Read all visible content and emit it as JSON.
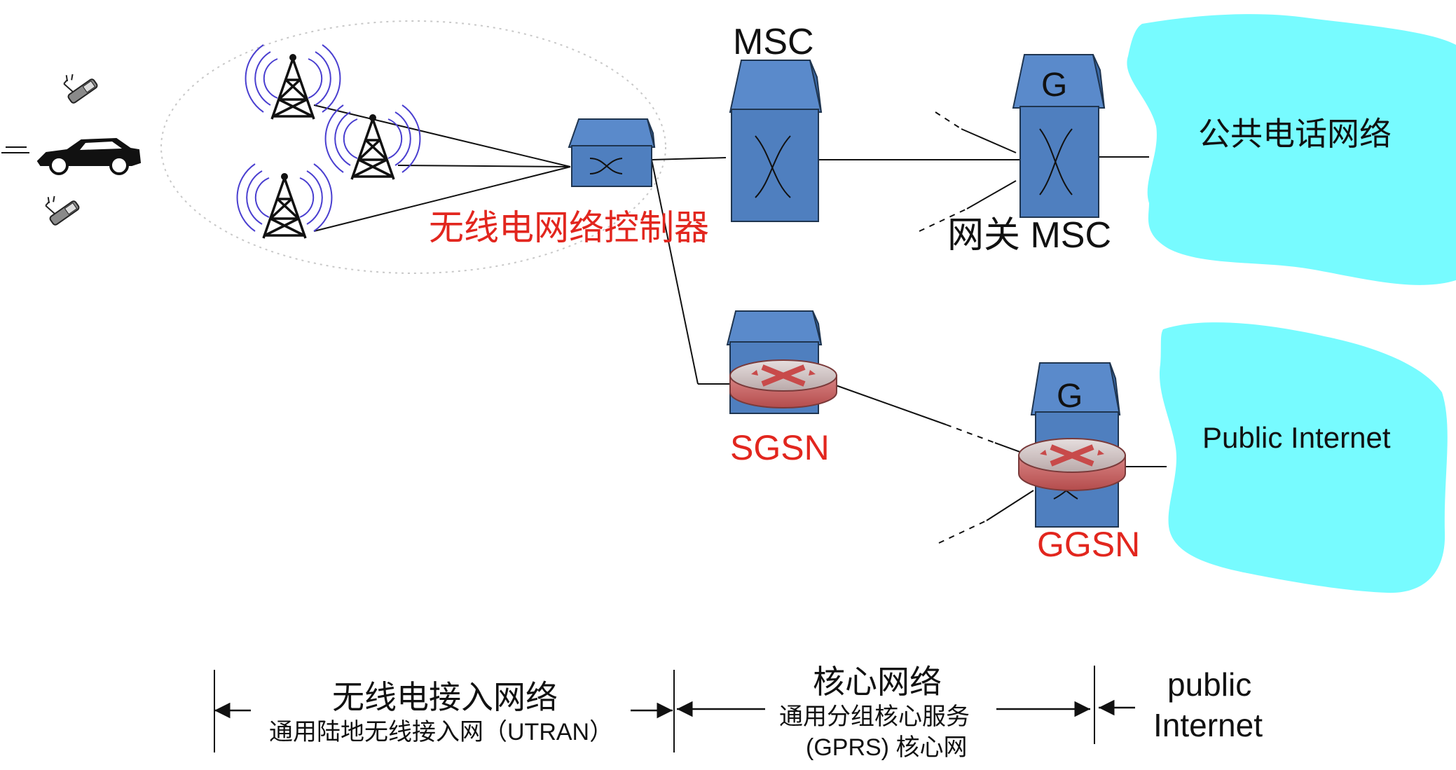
{
  "nodes": {
    "rnc_label": "无线电网络控制器",
    "msc_label": "MSC",
    "gmsc_letter": "G",
    "gmsc_label": "网关 MSC",
    "sgsn_label": "SGSN",
    "ggsn_letter": "G",
    "ggsn_label": "GGSN"
  },
  "clouds": {
    "pstn_label": "公共电话网络",
    "internet_label": "Public Internet"
  },
  "sections": {
    "ran_title": "无线电接入网络",
    "ran_subtitle": "通用陆地无线接入网（UTRAN）",
    "core_title": "核心网络",
    "core_subtitle_1": "通用分组核心服务",
    "core_subtitle_2": "(GPRS) 核心网",
    "public_line_1": "public",
    "public_line_2": "Internet"
  },
  "colors": {
    "building": "#4f7fbf",
    "building_stroke": "#1f3550",
    "router_top": "#c8b8b8",
    "router_side": "#d16a6a",
    "cloud": "#77fbff",
    "accent_red": "#e2261e",
    "radio_wave": "#4a3fd0"
  },
  "icons": [
    "tower-icon",
    "car-icon",
    "cellphone-icon",
    "switch-building-icon",
    "router-icon",
    "cloud-icon"
  ]
}
